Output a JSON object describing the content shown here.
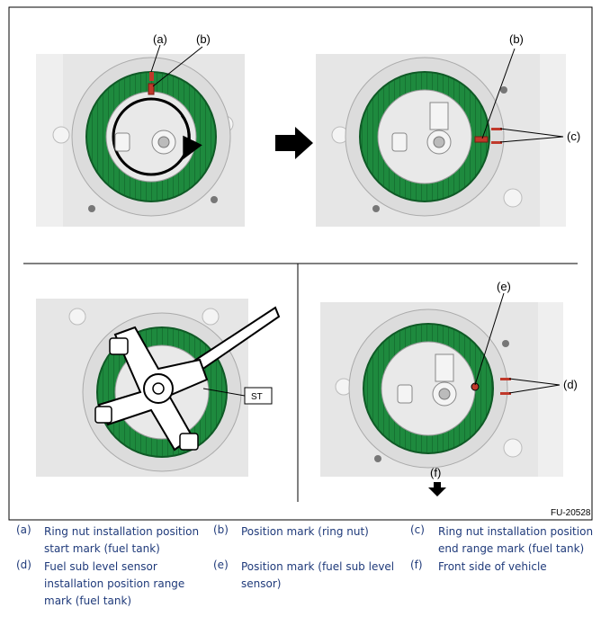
{
  "figure": {
    "id": "FU-20528",
    "panels": [
      {
        "name": "top-left",
        "callouts": [
          "(a)",
          "(b)"
        ]
      },
      {
        "name": "top-right",
        "callouts": [
          "(b)",
          "(c)"
        ]
      },
      {
        "name": "bottom-left",
        "callouts": [
          "ST"
        ]
      },
      {
        "name": "bottom-right",
        "callouts": [
          "(e)",
          "(d)",
          "(f)"
        ]
      }
    ],
    "colors": {
      "ring": "#1e8a3e",
      "ring_dark": "#0f5a26",
      "mark": "#c0392b",
      "panel_bg": "#e6e6e6",
      "flange": "#cfcfcf"
    }
  },
  "legend": [
    {
      "tag": "(a)",
      "text": "Ring nut installation position start mark (fuel tank)"
    },
    {
      "tag": "(b)",
      "text": "Position mark (ring nut)"
    },
    {
      "tag": "(c)",
      "text": "Ring nut installation position end range mark (fuel tank)"
    },
    {
      "tag": "(d)",
      "text": "Fuel sub level sensor installation position range mark (fuel tank)"
    },
    {
      "tag": "(e)",
      "text": "Position mark (fuel sub level sensor)"
    },
    {
      "tag": "(f)",
      "text": "Front side of vehicle"
    }
  ]
}
